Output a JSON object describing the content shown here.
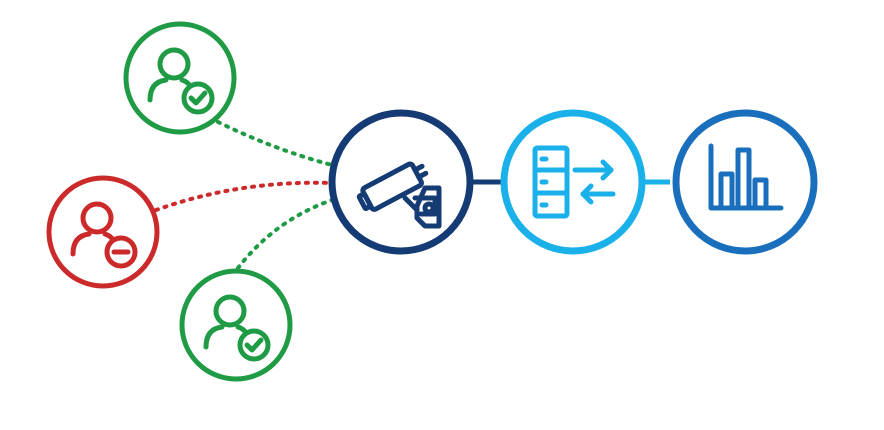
{
  "colors": {
    "approved": "#1f9a45",
    "denied": "#cc2a2a",
    "camera": "#143b73",
    "server": "#1ab0ea",
    "analytics": "#1a6fbd",
    "background": "#ffffff"
  },
  "nodes": [
    {
      "id": "user-approved-top",
      "icon": "user-check-icon",
      "status": "approved"
    },
    {
      "id": "user-denied",
      "icon": "user-minus-icon",
      "status": "denied"
    },
    {
      "id": "user-approved-bottom",
      "icon": "user-check-icon",
      "status": "approved"
    },
    {
      "id": "camera",
      "icon": "security-camera-icon"
    },
    {
      "id": "server",
      "icon": "server-transfer-icon"
    },
    {
      "id": "analytics",
      "icon": "bar-chart-icon"
    }
  ],
  "connections": [
    {
      "from": "user-approved-top",
      "to": "camera",
      "style": "dotted",
      "status": "approved"
    },
    {
      "from": "user-denied",
      "to": "camera",
      "style": "dotted",
      "status": "denied"
    },
    {
      "from": "user-approved-bottom",
      "to": "camera",
      "style": "dotted",
      "status": "approved"
    },
    {
      "from": "camera",
      "to": "server",
      "style": "solid"
    },
    {
      "from": "server",
      "to": "analytics",
      "style": "solid"
    }
  ]
}
